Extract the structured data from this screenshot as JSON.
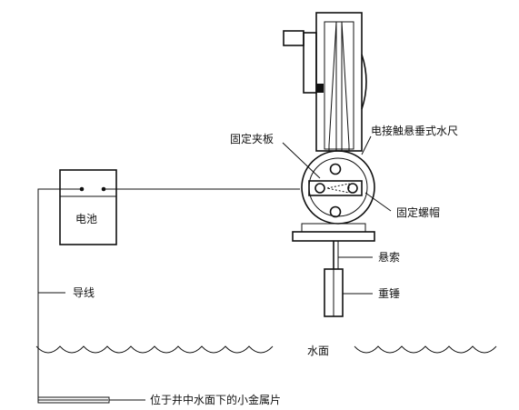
{
  "labels": {
    "battery": "电池",
    "wire": "导线",
    "water_surface": "水面",
    "metal_plate": "位于井中水面下的小金属片",
    "fixed_clamp": "固定夹板",
    "ruler": "电接触悬垂式水尺",
    "fixed_nut": "固定螺帽",
    "suspension_cable": "悬索",
    "weight": "重锤"
  }
}
